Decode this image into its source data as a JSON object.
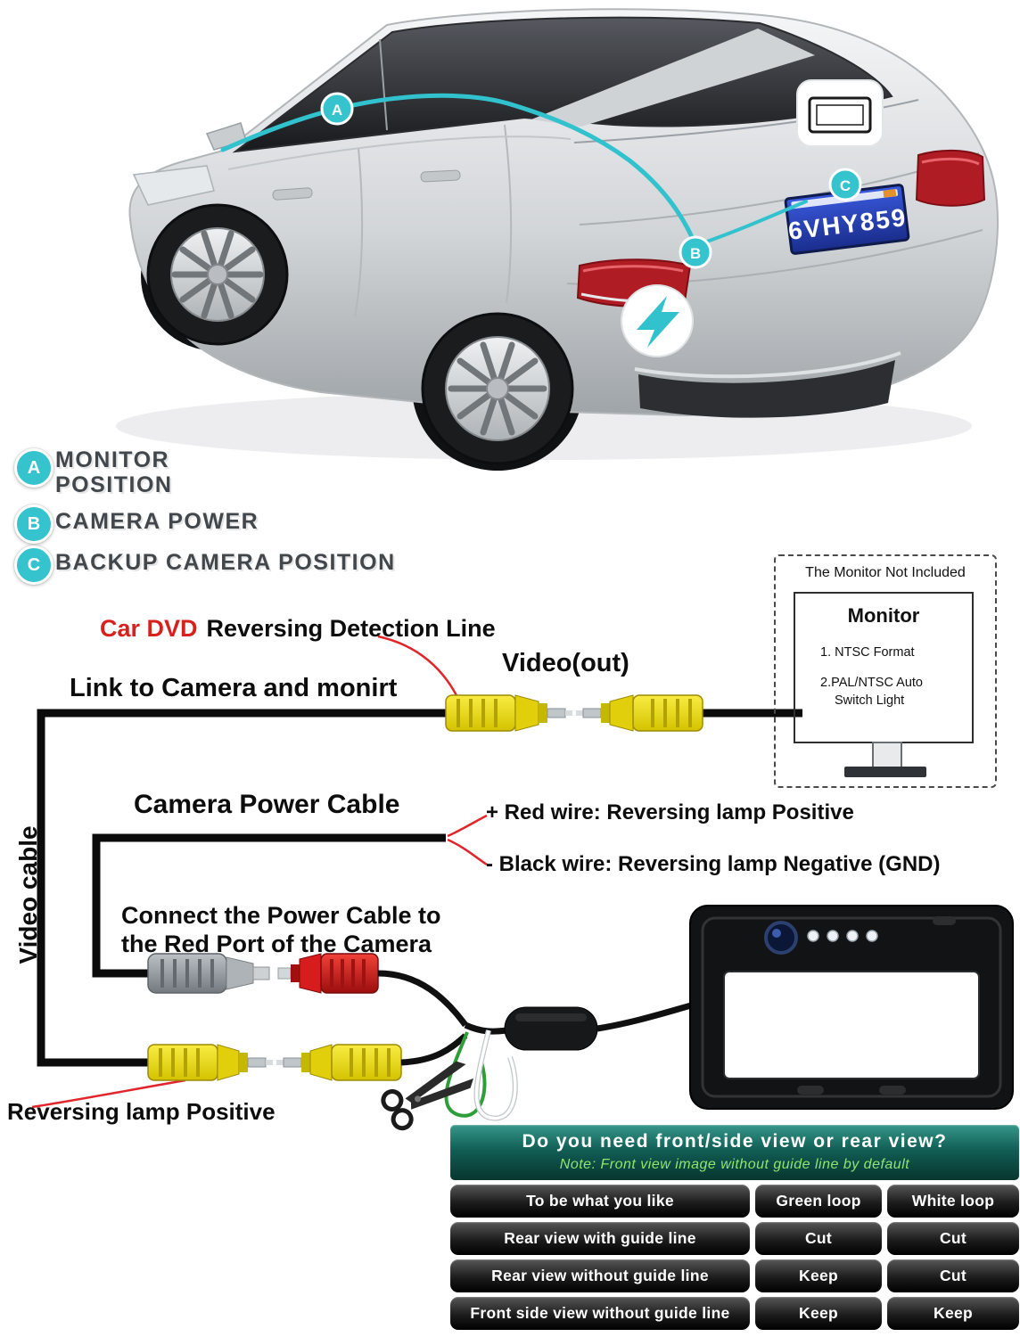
{
  "colors": {
    "accent_teal": "#31c2cd",
    "connector_yellow": "#f0df1e",
    "connector_red": "#d92020",
    "wire_green": "#2f9e3a",
    "table_header_green": "#115e55"
  },
  "car": {
    "plate": "6VHY859",
    "markers": [
      "A",
      "B",
      "C"
    ]
  },
  "legend": {
    "items": [
      {
        "letter": "A",
        "line1": "MONITOR",
        "line2": "POSITION"
      },
      {
        "letter": "B",
        "line1": "CAMERA POWER",
        "line2": ""
      },
      {
        "letter": "C",
        "line1": "BACKUP CAMERA POSITION",
        "line2": ""
      }
    ]
  },
  "wiring": {
    "car_dvd": "Car DVD",
    "reversing_detection": "Reversing Detection Line",
    "link_label": "Link to Camera and monirt",
    "video_out": "Video(out)",
    "video_cable": "Video cable",
    "camera_power_cable": "Camera Power Cable",
    "red_wire": "+ Red wire: Reversing lamp Positive",
    "black_wire": "- Black wire: Reversing lamp Negative (GND)",
    "connect_line1": "Connect the Power Cable to",
    "connect_line2": "the Red Port of the Camera",
    "reversing_lamp": "Reversing lamp Positive"
  },
  "monitor": {
    "not_included": "The Monitor Not Included",
    "title": "Monitor",
    "spec1": "1. NTSC Format",
    "spec2": "2.PAL/NTSC Auto",
    "spec3": "Switch Light"
  },
  "table": {
    "header_title": "Do you need front/side view or rear view?",
    "header_note": "Note: Front view image without guide line by default",
    "rows": [
      [
        "To be what you like",
        "Green loop",
        "White loop"
      ],
      [
        "Rear view with guide line",
        "Cut",
        "Cut"
      ],
      [
        "Rear view without guide line",
        "Keep",
        "Cut"
      ],
      [
        "Front side view without guide line",
        "Keep",
        "Keep"
      ]
    ]
  }
}
